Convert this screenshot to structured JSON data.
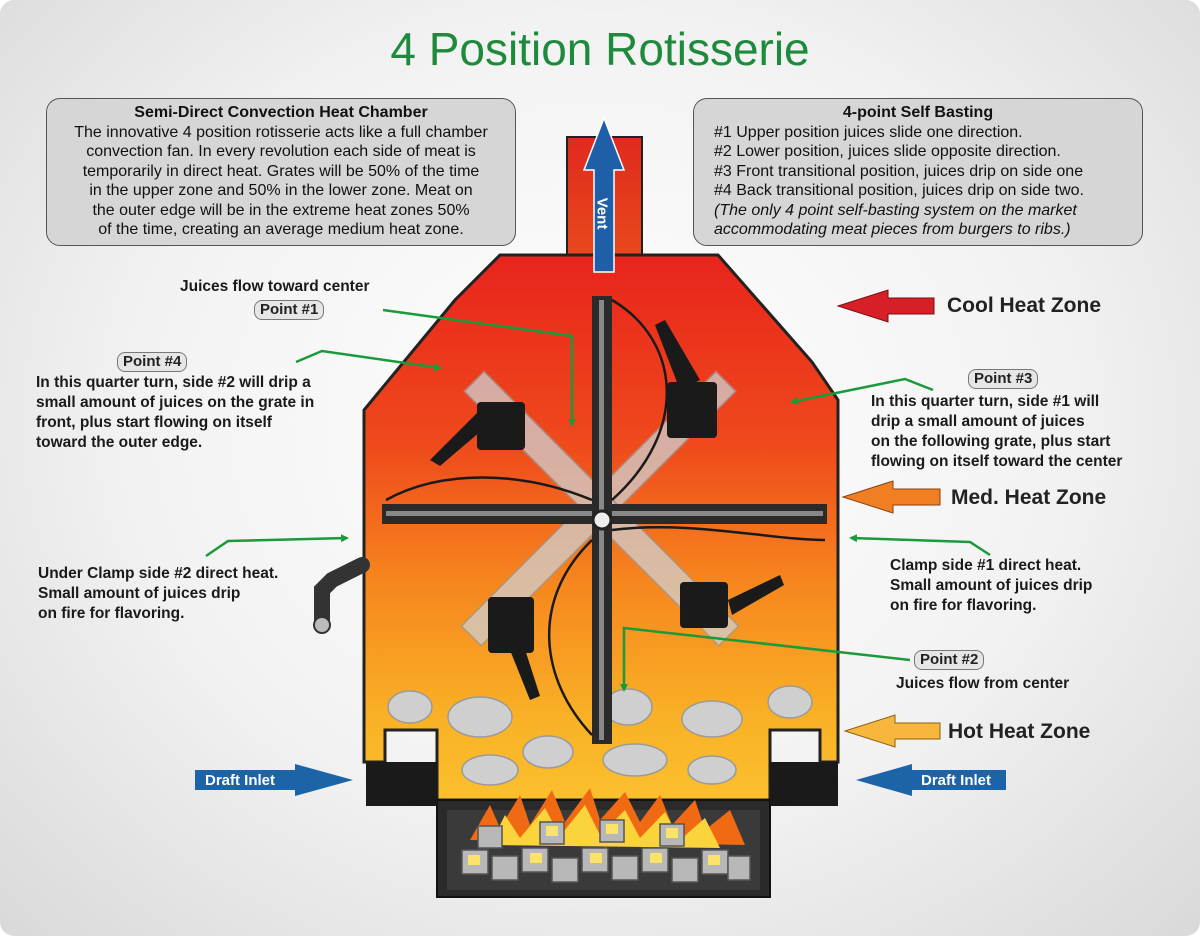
{
  "title": "4 Position Rotisserie",
  "left_box": {
    "heading": "Semi-Direct Convection Heat Chamber",
    "lines": [
      "The innovative 4 position rotisserie acts like a full chamber",
      "convection fan. In every revolution each side of meat is",
      "temporarily in direct heat. Grates will be 50% of the time",
      "in the upper zone and 50% in the lower zone. Meat on",
      "the outer edge will be in the extreme heat zones 50%",
      "of the time, creating an average medium heat zone."
    ]
  },
  "right_box": {
    "heading": "4-point Self Basting",
    "lines": [
      "#1 Upper position juices slide one direction.",
      "#2 Lower position, juices slide opposite direction.",
      "#3 Front transitional position, juices drip on side one",
      "#4 Back transitional position, juices drip on side two."
    ],
    "italic_lines": [
      "(The only 4 point self-basting system on the market",
      "accommodating meat pieces from burgers to ribs.)"
    ]
  },
  "vent_label": "Vent",
  "point1": {
    "caption": "Juices flow toward center",
    "tag": "Point #1"
  },
  "point2": {
    "caption": "Juices flow from center",
    "tag": "Point #2"
  },
  "point3": {
    "tag": "Point #3",
    "lines": [
      "In this quarter turn, side #1 will",
      "drip a small amount of juices",
      "on the following grate, plus start",
      "flowing on itself toward the center"
    ]
  },
  "point4": {
    "tag": "Point #4",
    "lines": [
      "In this quarter turn, side #2 will drip a",
      "small amount of juices on the grate in",
      "front, plus start flowing on itself",
      "toward the outer edge."
    ]
  },
  "left_clamp": {
    "lines": [
      "Under Clamp side #2 direct heat.",
      "Small amount of juices drip",
      "on fire for flavoring."
    ]
  },
  "right_clamp": {
    "lines": [
      "Clamp side #1 direct heat.",
      "Small amount of juices drip",
      "on fire for flavoring."
    ]
  },
  "zones": {
    "cool": "Cool Heat Zone",
    "med": "Med. Heat Zone",
    "hot": "Hot Heat Zone"
  },
  "draft_left": "Draft Inlet",
  "draft_right": "Draft Inlet",
  "colors": {
    "title": "#1e8a3c",
    "cool_arrow": "#d61f26",
    "med_arrow": "#f07f24",
    "hot_arrow": "#f6b73c",
    "draft_arrow": "#1c63a8",
    "pointer_arrow": "#1a9a3a"
  }
}
